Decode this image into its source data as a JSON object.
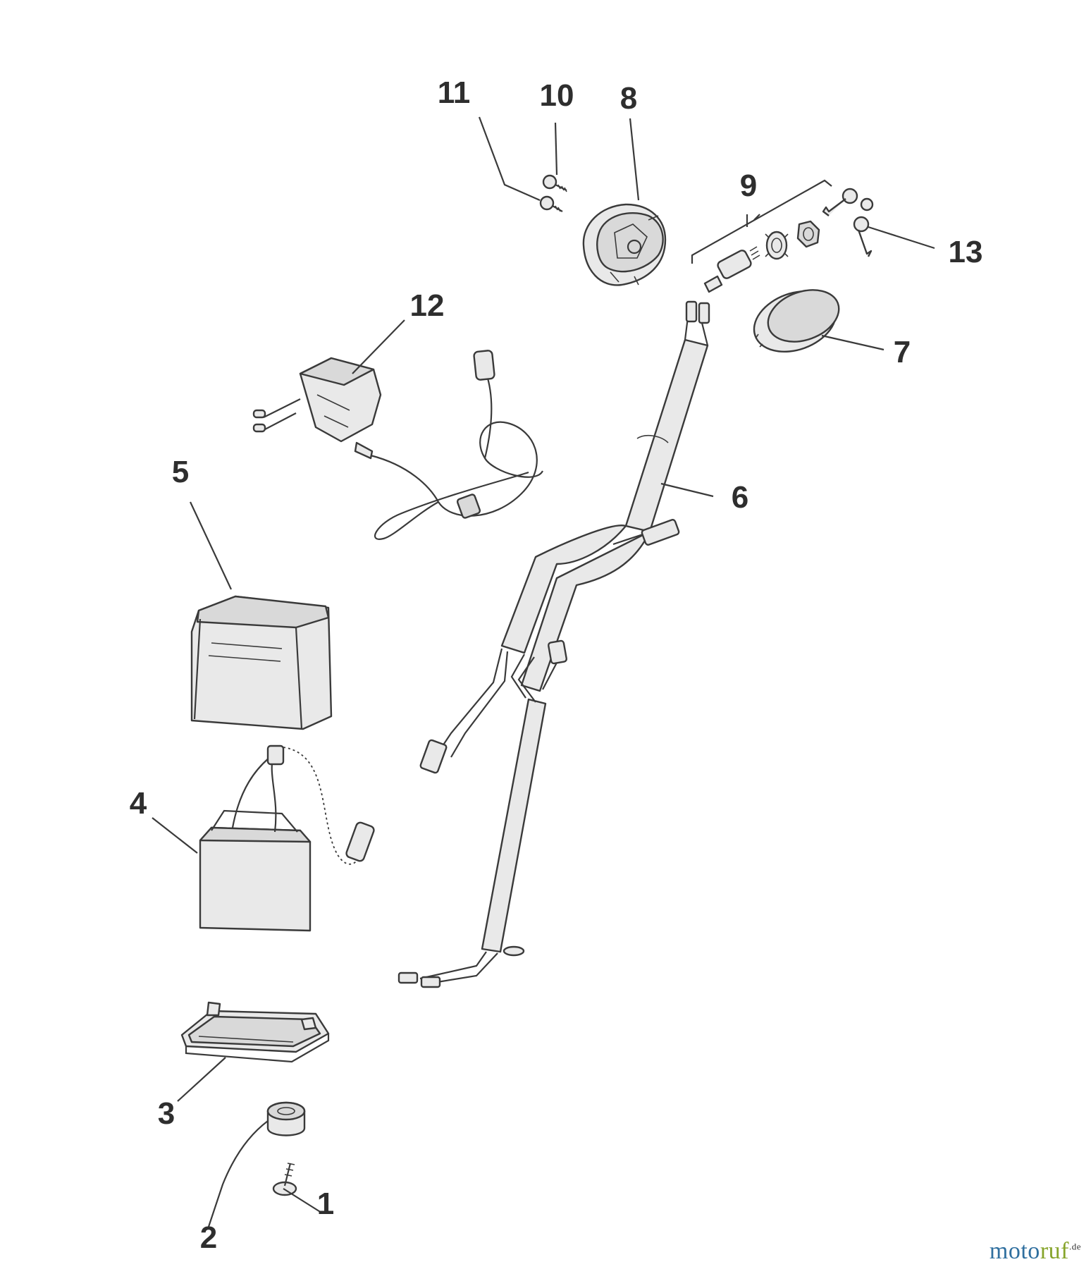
{
  "diagram": {
    "part_labels": [
      "1",
      "2",
      "3",
      "4",
      "5",
      "6",
      "7",
      "8",
      "9",
      "10",
      "11",
      "12",
      "13"
    ]
  },
  "watermark": {
    "brand_a": "moto",
    "brand_b": "ruf",
    "suffix": ".de"
  },
  "colors": {
    "line": "#3a3a3a",
    "fill": "#e9e9e9",
    "watermark_blue": "#2f6f9f",
    "watermark_green": "#86a42a"
  }
}
